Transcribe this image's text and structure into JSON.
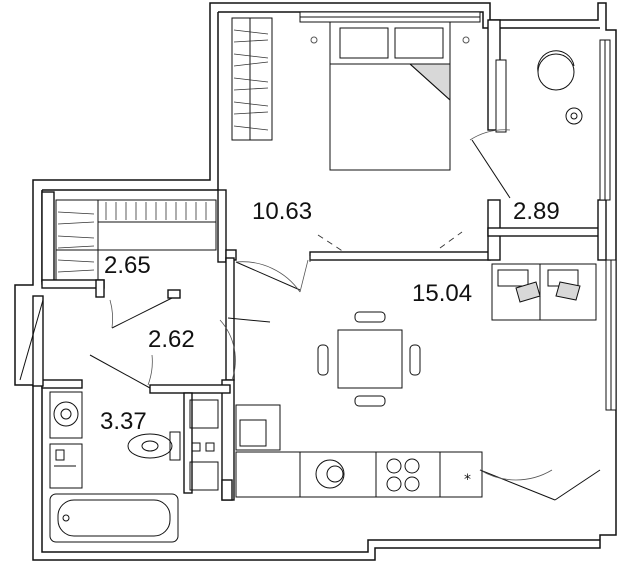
{
  "rooms": [
    {
      "id": "bedroom",
      "area": "10.63"
    },
    {
      "id": "balcony",
      "area": "2.89"
    },
    {
      "id": "living-kitchen",
      "area": "15.04"
    },
    {
      "id": "wardrobe",
      "area": "2.65"
    },
    {
      "id": "hallway",
      "area": "2.62"
    },
    {
      "id": "bathroom",
      "area": "3.37"
    }
  ],
  "colors": {
    "line": "#111111",
    "background": "#ffffff",
    "fill_light": "#d8d8d8"
  }
}
